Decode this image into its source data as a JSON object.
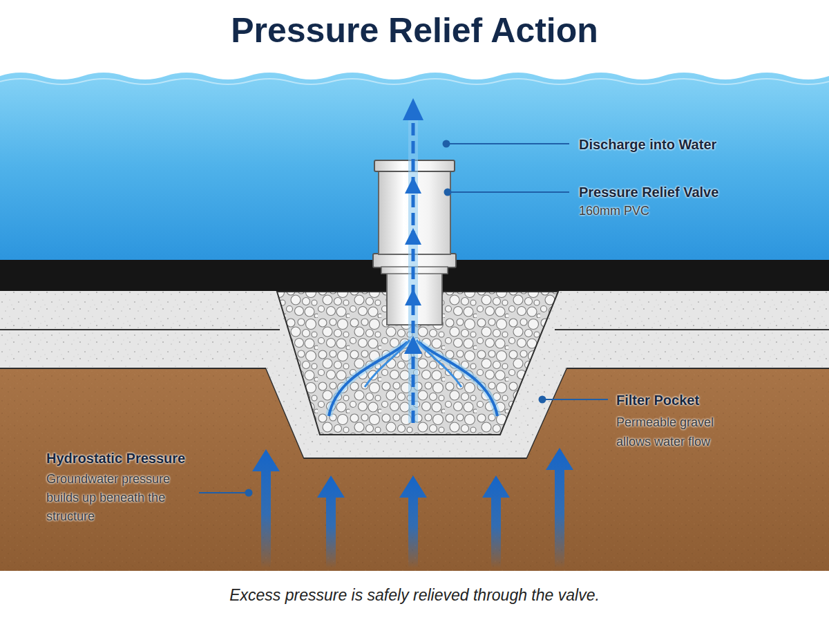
{
  "diagram": {
    "title": "Pressure Relief Action",
    "caption": "Excess pressure is safely relieved through the valve.",
    "labels": [
      "Discharge into Water",
      "Pressure Relief Valve",
      "160mm PVC",
      "Filter Pocket",
      "Permeable gravel allows water flow",
      "Hydrostatic Pressure",
      "Groundwater pressure builds up beneath the structure"
    ]
  }
}
